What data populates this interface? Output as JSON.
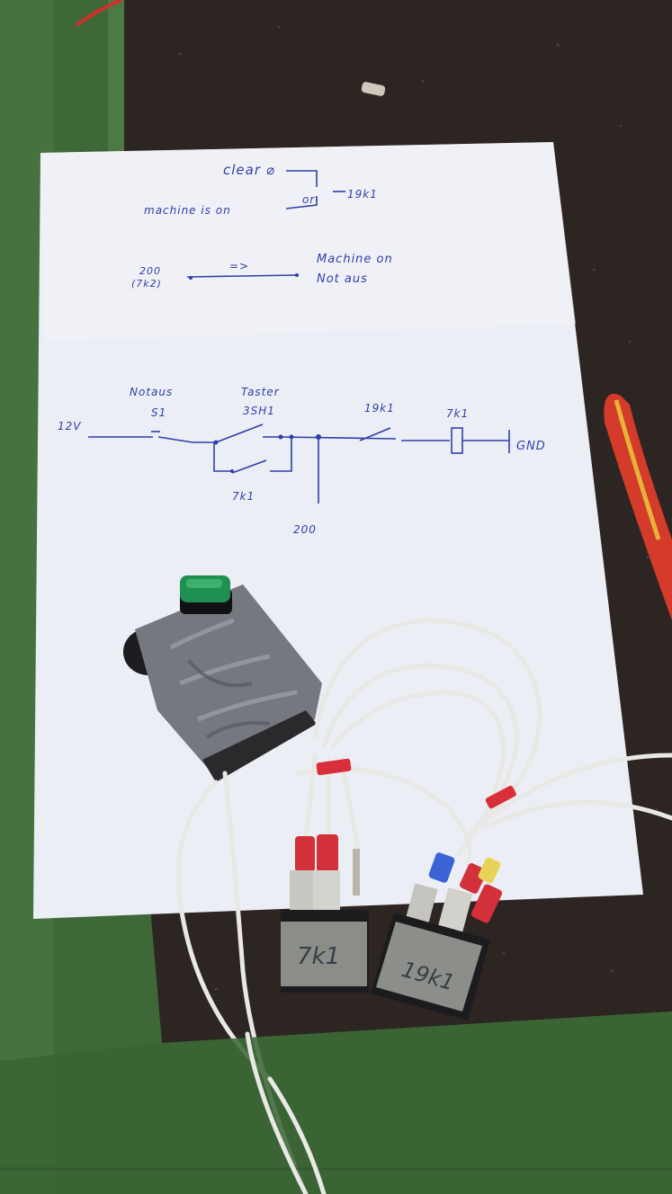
{
  "photo": {
    "description_free": true,
    "colors": {
      "green_bench": "#3f6a38",
      "dark_mat": "#2e2623",
      "paper": "#eef0f6",
      "ink": "#2f3fa8",
      "tape": "#7b7e86",
      "wire": "#e9e9e6",
      "sleeve_red": "#d82f3a",
      "terminal_blue": "#3a64d6",
      "cutter_red": "#d23a2c",
      "button_green": "#1f8f52"
    }
  },
  "sketch": {
    "top_line1": "clear ⌀",
    "top_line2": "machine is on",
    "top_or": "or",
    "top_out": "19k1",
    "mid_left1": "200",
    "mid_left2": "(7k2)",
    "mid_arrow": "=>",
    "mid_right1": "Machine on",
    "mid_right2": "Not aus",
    "s1_name": "Notaus",
    "s1_id": "S1",
    "taster_name": "Taster",
    "taster_id": "3SH1",
    "k19": "19k1",
    "k7_top": "7k1",
    "supply": "12V",
    "ground": "GND",
    "k7_bottom": "7k1",
    "node_200": "200"
  },
  "relays": {
    "left_label": "7k1",
    "right_label": "19k1"
  }
}
